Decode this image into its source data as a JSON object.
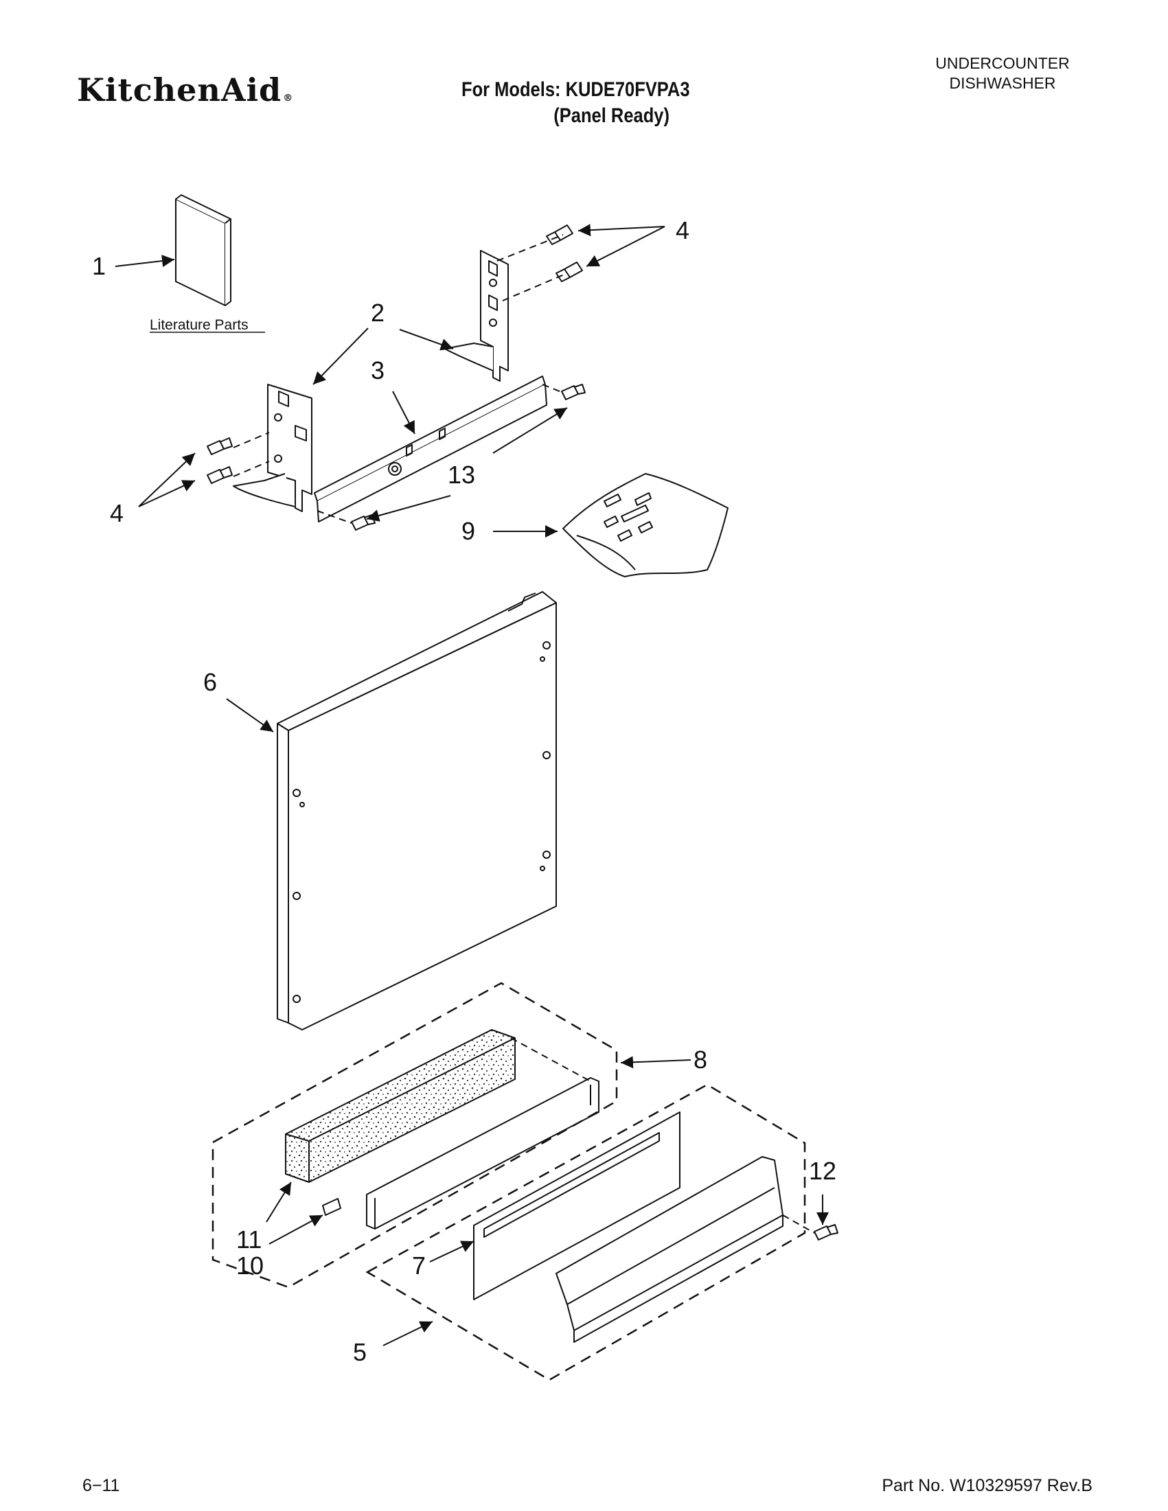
{
  "header": {
    "brand": "KitchenAid",
    "brand_mark": "®",
    "models_line1": "For Models: KUDE70FVPA3",
    "models_line2": "(Panel Ready)",
    "product_line1": "UNDERCOUNTER",
    "product_line2": "DISHWASHER"
  },
  "diagram": {
    "literature_label": "Literature Parts",
    "callouts": [
      "1",
      "2",
      "3",
      "4",
      "4",
      "5",
      "6",
      "7",
      "8",
      "9",
      "10",
      "11",
      "12",
      "13"
    ]
  },
  "footer": {
    "date_code": "6−11",
    "part_number": "Part No. W10329597 Rev.B"
  }
}
